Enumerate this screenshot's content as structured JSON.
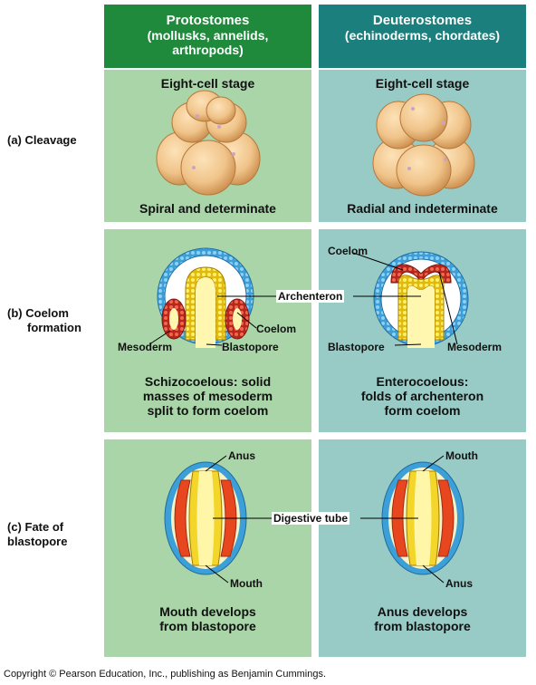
{
  "columns": {
    "left": {
      "title": "Protostomes",
      "subtitle_line1": "(mollusks, annelids,",
      "subtitle_line2": "arthropods)",
      "color": "#1f8a3c"
    },
    "right": {
      "title": "Deuterostomes",
      "subtitle_line1": "(echinoderms, chordates)",
      "color": "#1b7f7d"
    }
  },
  "rows": {
    "cleavage": {
      "letter": "(a)",
      "label": "Cleavage",
      "left": {
        "top": "Eight-cell stage",
        "bottom": "Spiral and determinate"
      },
      "right": {
        "top": "Eight-cell stage",
        "bottom": "Radial and indeterminate"
      }
    },
    "coelom": {
      "letter": "(b)",
      "label_line1": "Coelom",
      "label_line2": "formation",
      "left": {
        "archenteron": "Archenteron",
        "coelom": "Coelom",
        "mesoderm": "Mesoderm",
        "blastopore": "Blastopore",
        "caption_line1": "Schizocoelous: solid",
        "caption_line2": "masses of mesoderm",
        "caption_line3": "split to form coelom"
      },
      "right": {
        "coelom": "Coelom",
        "blastopore": "Blastopore",
        "mesoderm": "Mesoderm",
        "caption_line1": "Enterocoelous:",
        "caption_line2": "folds of archenteron",
        "caption_line3": "form coelom"
      }
    },
    "blastopore": {
      "letter": "(c)",
      "label_line1": "Fate of",
      "label_line2": "blastopore",
      "left": {
        "top_label": "Anus",
        "bottom_label": "Mouth",
        "caption_line1": "Mouth develops",
        "caption_line2": "from blastopore"
      },
      "right": {
        "top_label": "Mouth",
        "bottom_label": "Anus",
        "caption_line1": "Anus develops",
        "caption_line2": "from blastopore"
      },
      "digestive_tube": "Digestive tube"
    }
  },
  "colors": {
    "panel_left": "#a9d5a8",
    "panel_right": "#99cbc6",
    "ectoderm": "#3d9fd8",
    "mesoderm": "#d9342b",
    "endoderm": "#f2d21b",
    "cell": "#f0c48a"
  },
  "copyright": "Copyright © Pearson Education, Inc., publishing as Benjamin Cummings."
}
